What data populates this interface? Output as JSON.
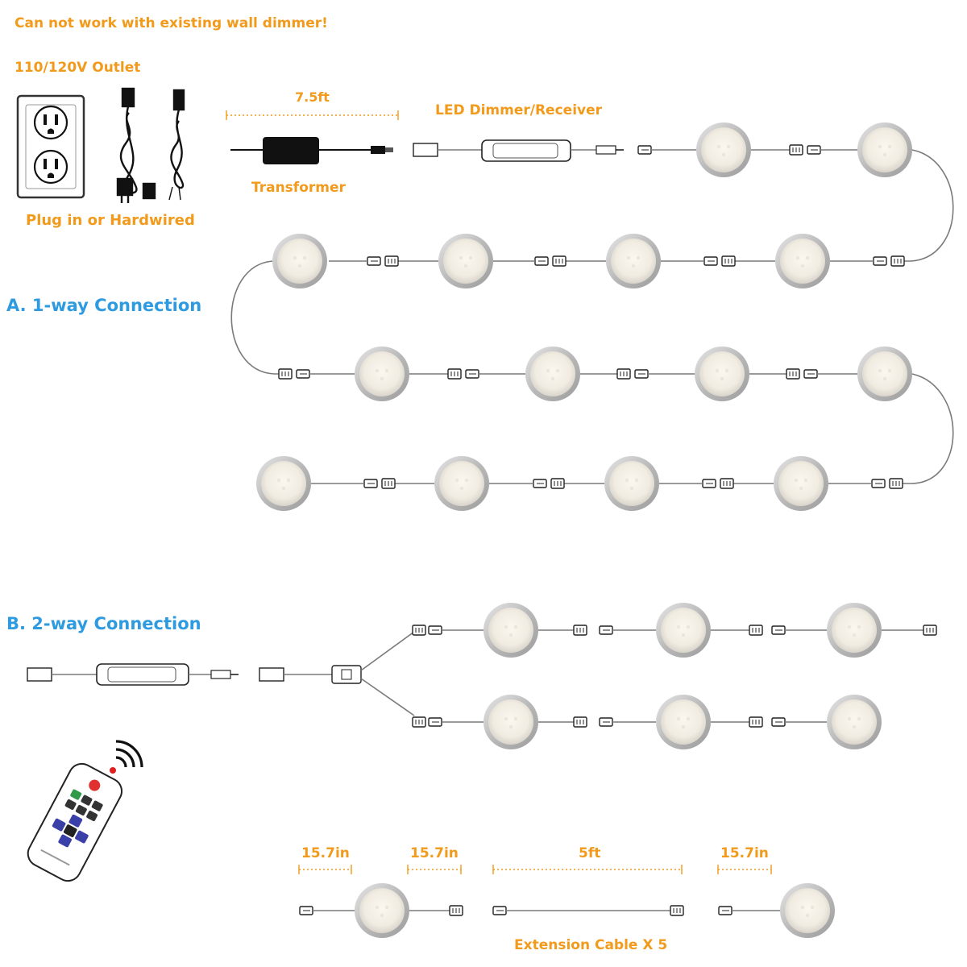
{
  "labels": {
    "warning": "Can not work with existing wall dimmer!",
    "outlet": "110/120V Outlet",
    "plug": "Plug in or Hardwired",
    "cord_length": "7.5ft",
    "transformer": "Transformer",
    "dimmer": "LED Dimmer/Receiver",
    "section_a": "A. 1-way Connection",
    "section_b": "B. 2-way Connection",
    "dim_1": "15.7in",
    "dim_2": "15.7in",
    "dim_3": "5ft",
    "dim_4": "15.7in",
    "extension": "Extension Cable X 5"
  },
  "colors": {
    "accent_orange": "#f29a1b",
    "accent_blue": "#2e9be0"
  },
  "icons": [
    "wall-outlet-icon",
    "power-cord-icon",
    "transformer-icon",
    "dimmer-receiver-icon",
    "puck-light-icon",
    "connector-icon",
    "splitter-icon",
    "remote-control-icon",
    "wireless-signal-icon"
  ]
}
